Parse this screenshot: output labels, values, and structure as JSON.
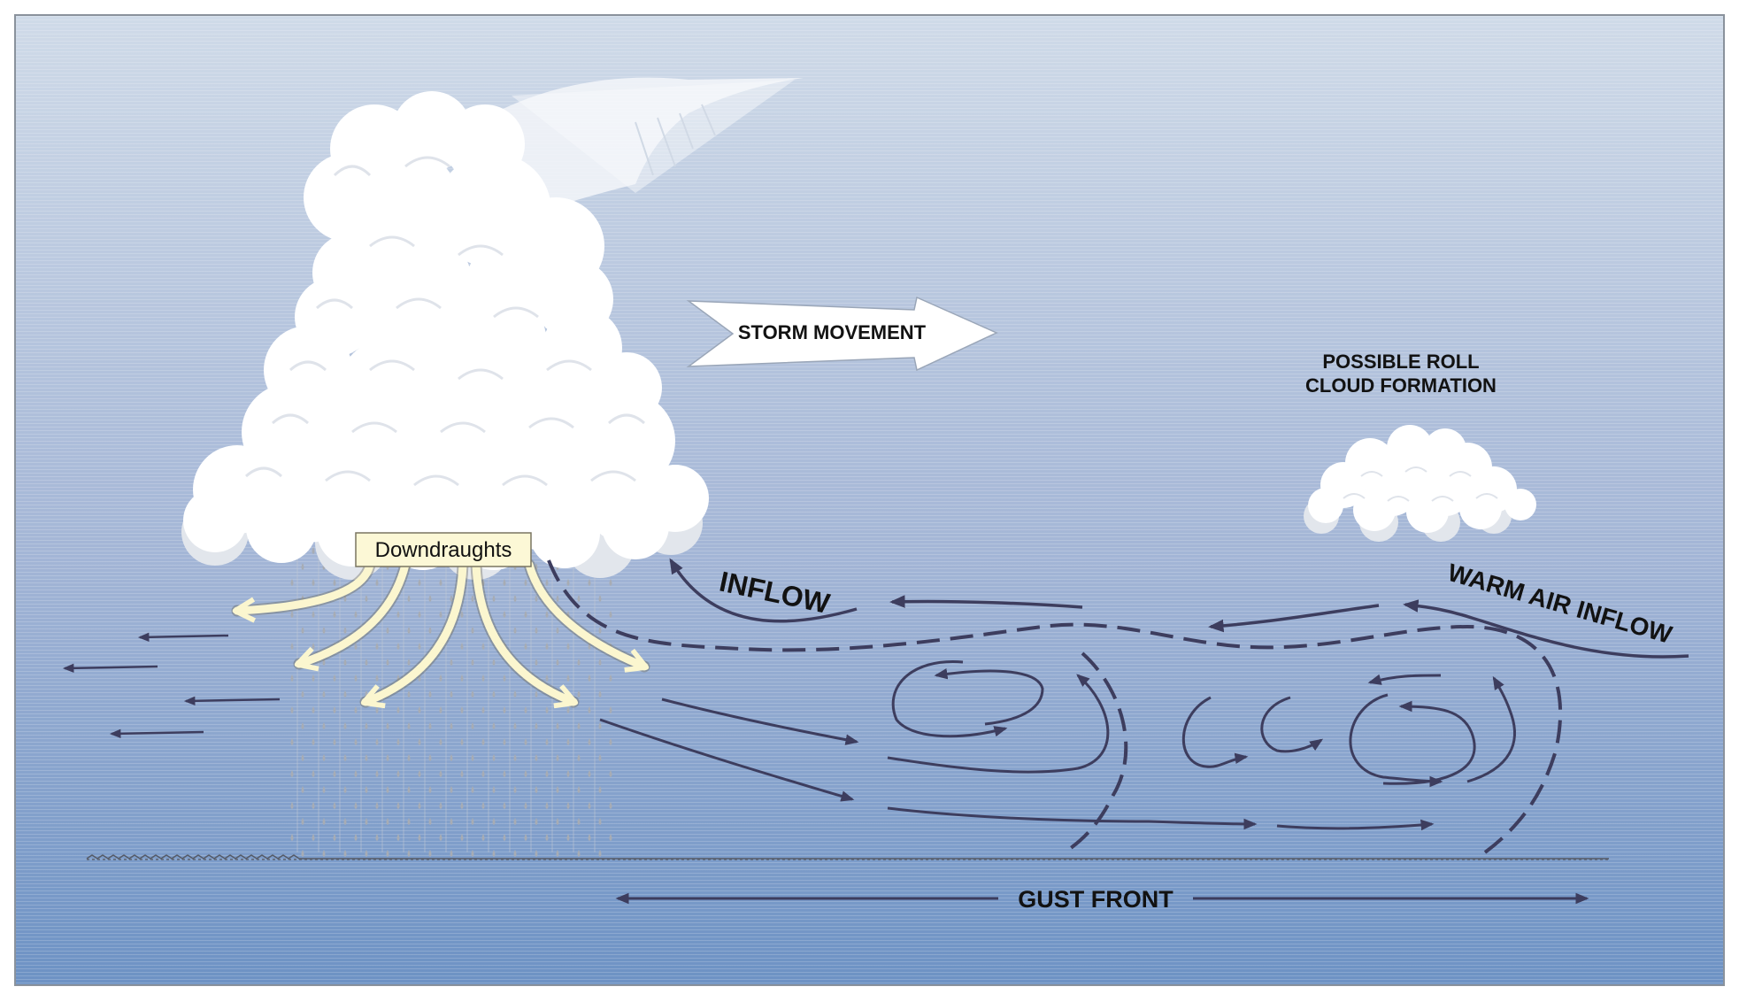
{
  "labels": {
    "storm_movement": "STORM MOVEMENT",
    "roll_cloud_line1": "POSSIBLE ROLL",
    "roll_cloud_line2": "CLOUD FORMATION",
    "inflow": "INFLOW",
    "warm_air_inflow": "WARM AIR INFLOW",
    "downdraughts": "Downdraughts",
    "gust_front": "GUST FRONT"
  },
  "colors": {
    "sky_top": "#cfdae8",
    "sky_bottom": "#6d92c4",
    "flow_arrow": "#3d3d5e",
    "downdraught_arrow": "#fbf6cf",
    "downdraught_label_bg": "#fcf8d6",
    "cloud": "#ffffff",
    "rain": "#a7acb4"
  }
}
